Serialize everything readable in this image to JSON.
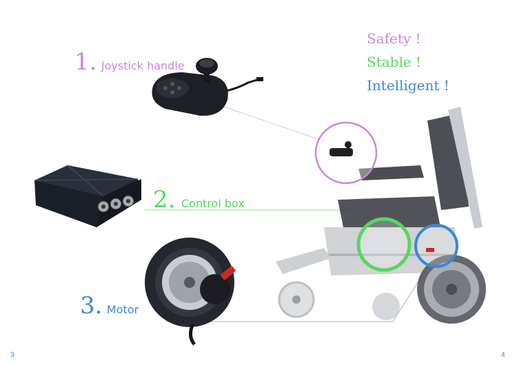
{
  "taglines": [
    {
      "text": "Safety !",
      "color": "#c986e0"
    },
    {
      "text": "Stable !",
      "color": "#57d65f"
    },
    {
      "text": "Intelligent !",
      "color": "#3c86d8"
    }
  ],
  "callouts": [
    {
      "number": "1.",
      "label": "Joystick handle",
      "color": "#c986e0"
    },
    {
      "number": "2.",
      "label": "Control box",
      "color": "#57d65f"
    },
    {
      "number": "3.",
      "label": "Motor",
      "color": "#3c86d8"
    }
  ],
  "page_numbers": {
    "left": "3",
    "right": "4",
    "color": "#3c86d8"
  },
  "icons": [
    "joystick-image",
    "control-box-image",
    "motor-wheel-image",
    "wheelchair-image"
  ]
}
